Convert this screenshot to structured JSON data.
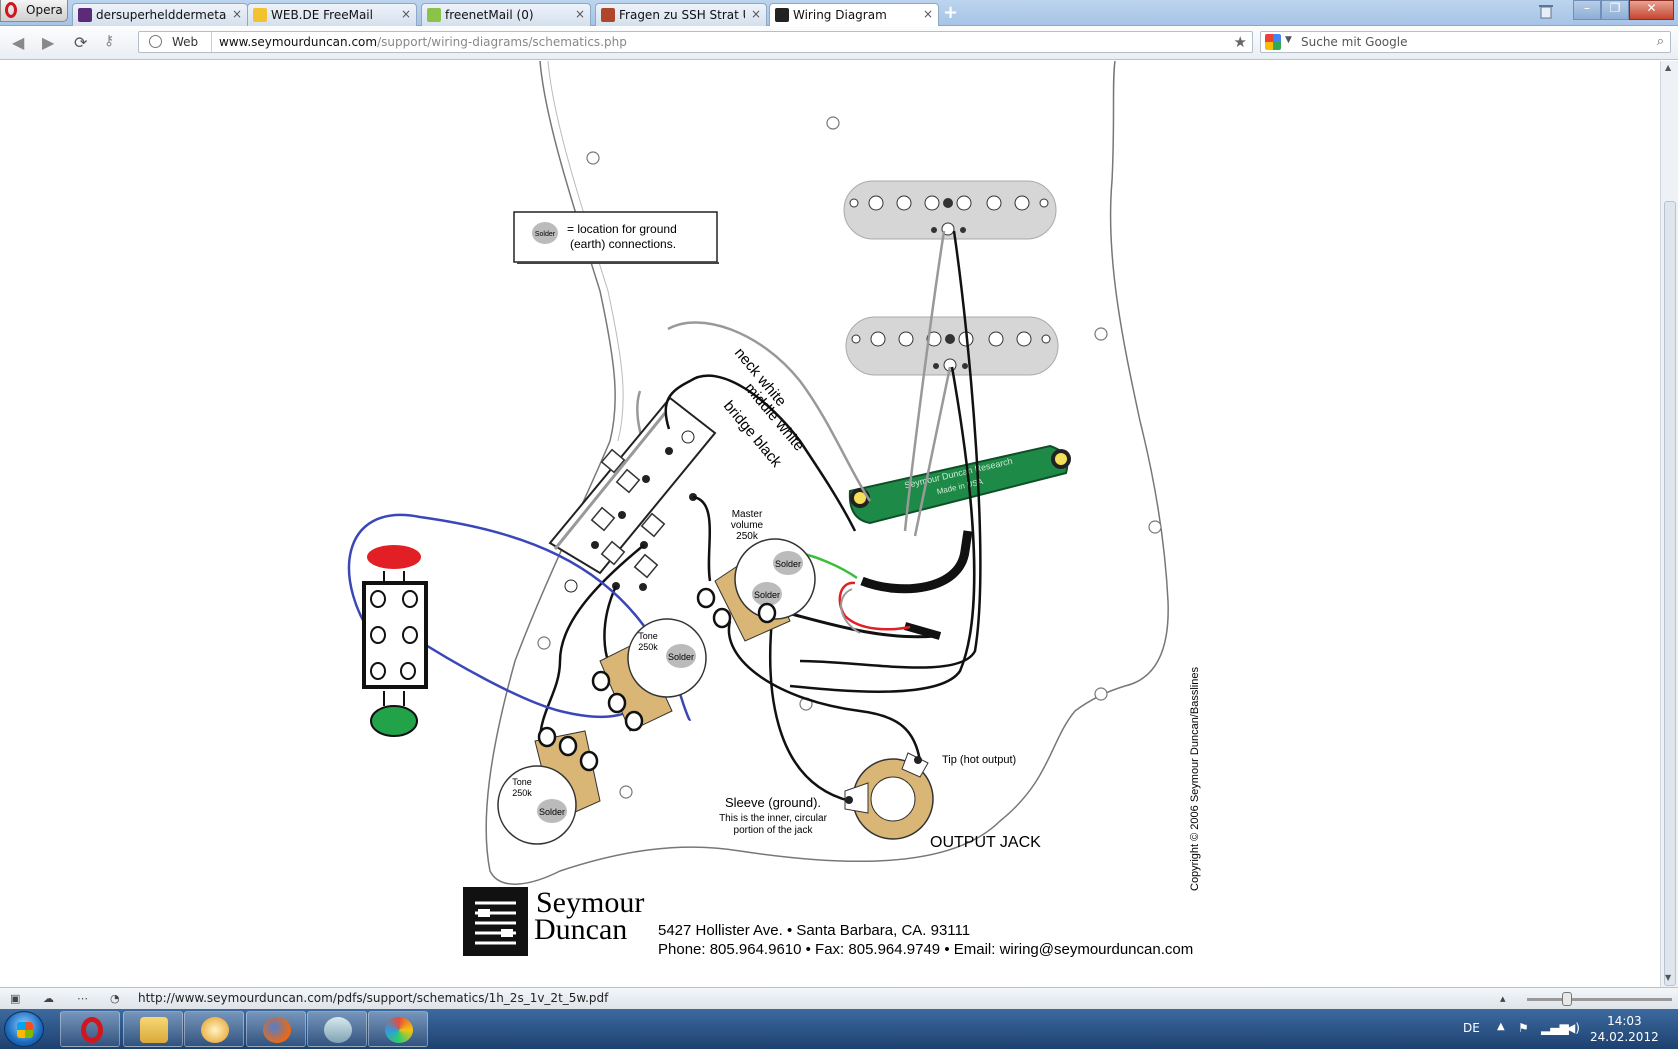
{
  "browser": {
    "menu_label": "Opera",
    "tabs": [
      {
        "label": "dersuperhelddermetal...",
        "close": "×"
      },
      {
        "label": "WEB.DE FreeMail",
        "close": "×"
      },
      {
        "label": "freenetMail (0)",
        "close": "×"
      },
      {
        "label": "Fragen zu SSH Strat U...",
        "close": "×"
      },
      {
        "label": "Wiring Diagram",
        "close": "×"
      }
    ],
    "new_tab": "+",
    "window_controls": [
      "–",
      "❐",
      "✕"
    ]
  },
  "address": {
    "scheme_label": "Web",
    "url_host": "www.seymourduncan.com",
    "url_path": "/support/wiring-diagrams/schematics.php",
    "search_placeholder": "Suche mit Google"
  },
  "diagram": {
    "legend_solder": "Solder",
    "legend_line1": "= location for ground",
    "legend_line2": "(earth) connections.",
    "wire_neck": "neck white",
    "wire_middle": "middle white",
    "wire_bridge": "bridge black",
    "master_line1": "Master",
    "master_line2": "volume",
    "master_line3": "250k",
    "tone1_line1": "Tone",
    "tone1_line2": "250k",
    "tone2_line1": "Tone",
    "tone2_line2": "250k",
    "solder": "Solder",
    "humbucker_line1": "Seymour Duncan Research",
    "humbucker_line2": "Made in USA",
    "tip_label": "Tip (hot output)",
    "sleeve_line1": "Sleeve (ground).",
    "sleeve_line2": "This is the inner, circular",
    "sleeve_line3": "portion of the jack",
    "jack_label": "OUTPUT JACK",
    "copyright": "Copyright © 2006 Seymour Duncan/Basslines",
    "brand_line1": "Seymour",
    "brand_line2": "Duncan",
    "address_line": "5427 Hollister Ave. • Santa Barbara, CA. 93111",
    "contact_line": "Phone: 805.964.9610 • Fax: 805.964.9749 • Email: wiring@seymourduncan.com"
  },
  "status": {
    "link_url": "http://www.seymourduncan.com/pdfs/support/schematics/1h_2s_1v_2t_5w.pdf"
  },
  "taskbar": {
    "lang": "DE",
    "time": "14:03",
    "date": "24.02.2012"
  },
  "colors": {
    "blue_wire": "#3a47b8",
    "pcb_green": "#1e8a47",
    "switch_red": "#e31f26",
    "switch_green": "#22a34a",
    "jack_tan": "#d9b676"
  }
}
